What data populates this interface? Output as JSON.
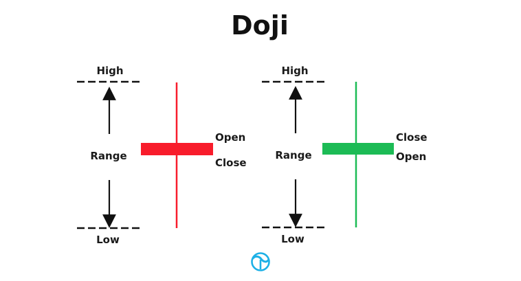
{
  "title": "Doji",
  "colors": {
    "bearish": "#f81c2b",
    "bullish": "#1cbb55",
    "text": "#1a1a1a",
    "logo": "#1db0e6"
  },
  "logo": {
    "icon": "brand-logo-icon"
  },
  "left_candle": {
    "high_label": "High",
    "low_label": "Low",
    "range_label": "Range",
    "upper_body_label": "Open",
    "lower_body_label": "Close"
  },
  "right_candle": {
    "high_label": "High",
    "low_label": "Low",
    "range_label": "Range",
    "upper_body_label": "Close",
    "lower_body_label": "Open"
  }
}
